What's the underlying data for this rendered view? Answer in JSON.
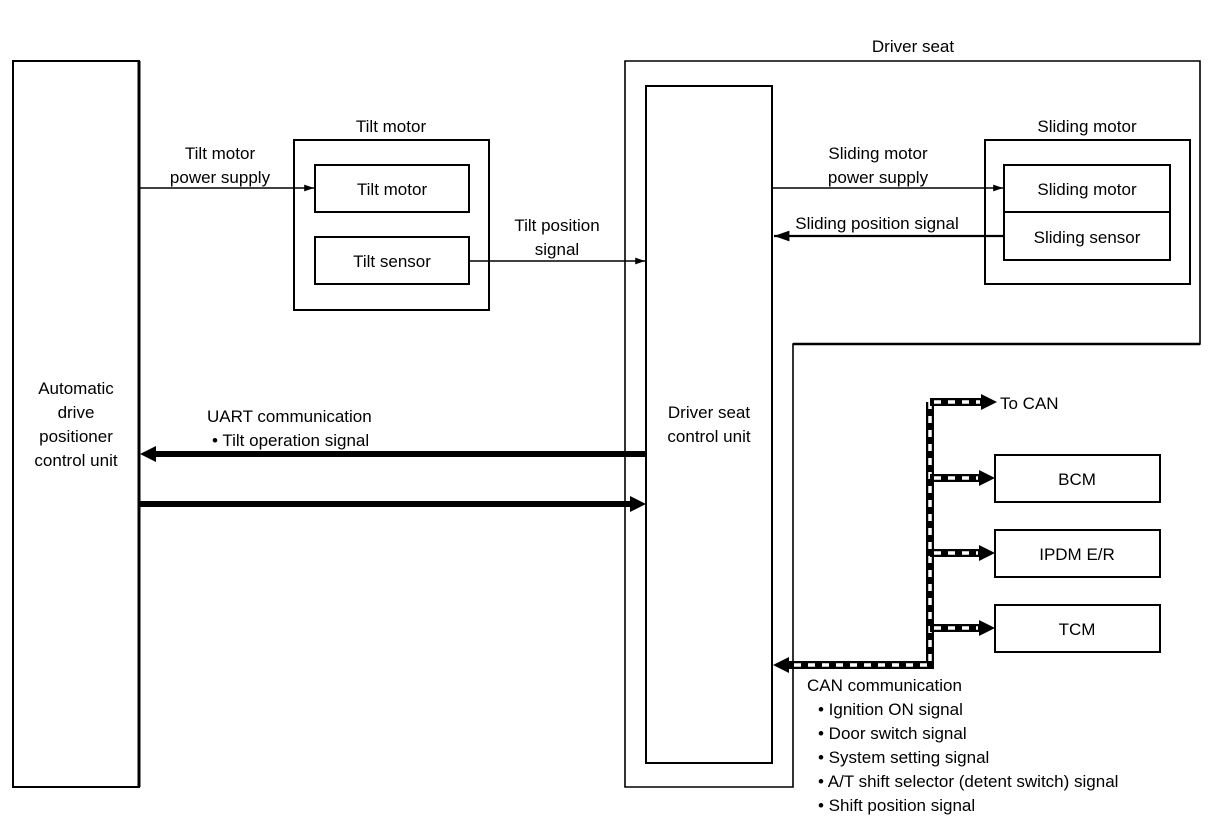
{
  "diagram": {
    "type": "block-diagram",
    "colors": {
      "line": "#000000",
      "background": "#ffffff"
    },
    "units": {
      "adp": {
        "lines": [
          "Automatic",
          "drive",
          "positioner",
          "control unit"
        ]
      },
      "driver_seat_area": {
        "label": "Driver seat"
      },
      "dscu": {
        "lines": [
          "Driver seat",
          "control unit"
        ]
      },
      "tilt_group": {
        "title": "Tilt motor",
        "motor": "Tilt motor",
        "sensor": "Tilt sensor"
      },
      "sliding_group": {
        "title": "Sliding motor",
        "motor": "Sliding motor",
        "sensor": "Sliding sensor"
      },
      "bcm": "BCM",
      "ipdm": "IPDM E/R",
      "tcm": "TCM"
    },
    "signals": {
      "tilt_power": [
        "Tilt motor",
        "power supply"
      ],
      "tilt_position": [
        "Tilt position",
        "signal"
      ],
      "sliding_power": [
        "Sliding motor",
        "power supply"
      ],
      "sliding_position": "Sliding position signal",
      "uart": {
        "title": "UART communication",
        "items": [
          "• Tilt operation signal"
        ]
      },
      "to_can": "To CAN",
      "can": {
        "title": "CAN communication",
        "items": [
          "• Ignition ON signal",
          "• Door switch signal",
          "• System setting signal",
          "• A/T shift selector (detent switch) signal",
          "• Shift position signal"
        ]
      }
    }
  }
}
